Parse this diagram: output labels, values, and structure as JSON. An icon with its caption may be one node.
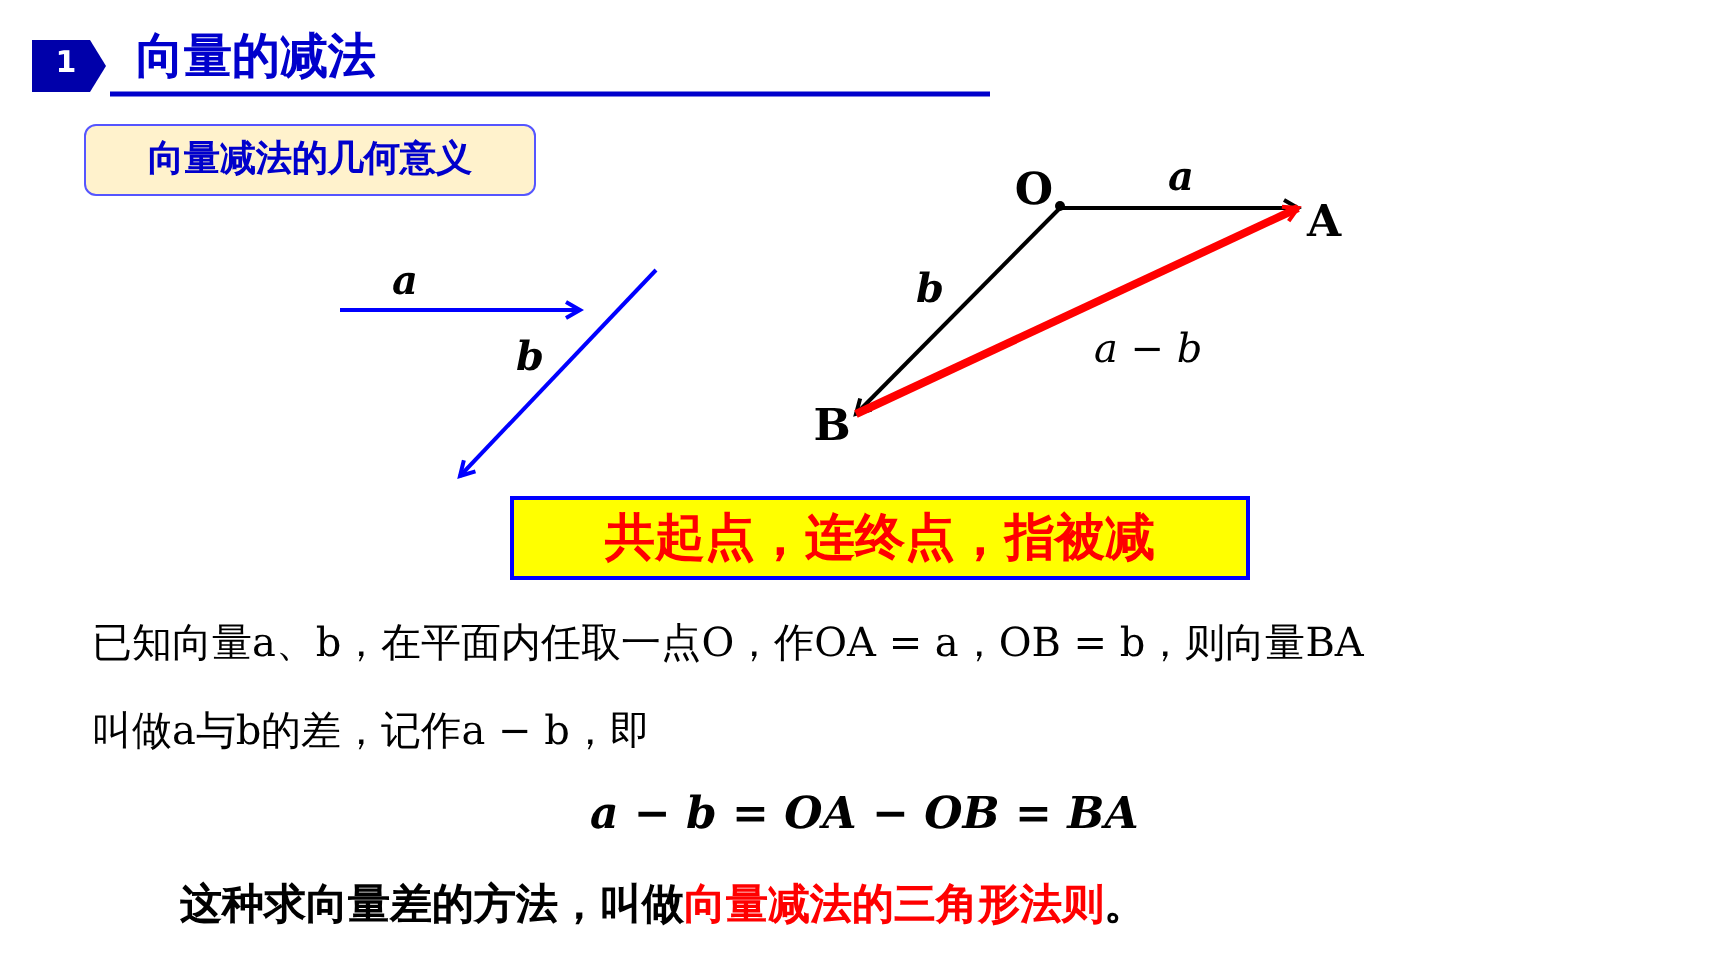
{
  "diagram": {
    "title": "向量的减法",
    "nodes": [
      {
        "text": [
          "向量减法的几何意义"
        ]
      },
      {
        "text": [
          "O"
        ]
      },
      {
        "text": [
          "A"
        ]
      },
      {
        "text": [
          "B"
        ]
      },
      {
        "text": [
          "共起点，连终点，指被减"
        ]
      }
    ],
    "edges": [
      {
        "from": 1,
        "to": 2,
        "arrow": "to",
        "label": "a"
      },
      {
        "from": 1,
        "to": 3,
        "arrow": "to",
        "label": "b"
      },
      {
        "from": 3,
        "to": 2,
        "arrow": "to",
        "label": "a − b",
        "style": "thick",
        "color": "#ff0000"
      }
    ],
    "labels": [
      "1",
      "a",
      "b",
      "已知向量a、b，在平面内任取一点O，作OA = a，OB = b，则向量BA",
      "叫做a与b的差，记作a − b，即",
      "a − b = OA − OB = BA",
      "这种求向量差的方法，叫做",
      "向量减法的三角形法则",
      "。"
    ]
  }
}
